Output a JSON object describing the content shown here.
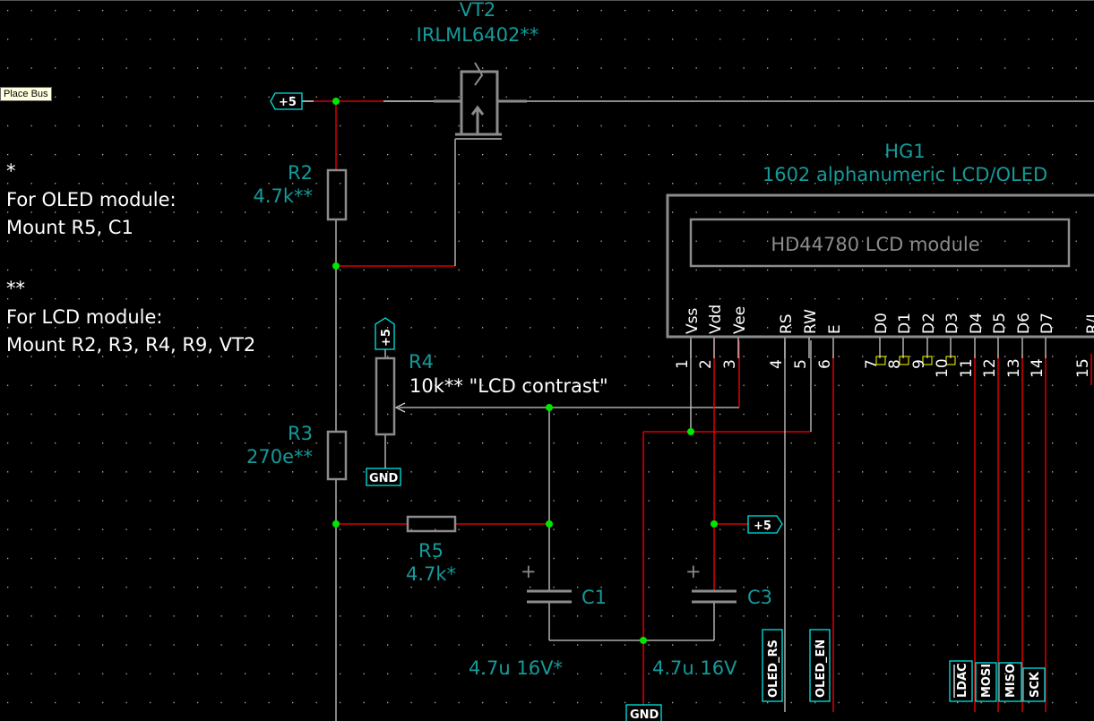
{
  "tooltip": "Place Bus",
  "colors": {
    "background": "#000000",
    "wire": "#ff0000",
    "component": "#8c8c8c",
    "reference": "#159a9a",
    "junction": "#00ff00",
    "label_border": "#00e5e5"
  },
  "notes": {
    "star": "*",
    "oled_title": "For OLED module:",
    "oled_mount": "Mount R5, C1",
    "dstar": "**",
    "lcd_title": "For LCD module:",
    "lcd_mount": "Mount R2, R3, R4, R9, VT2"
  },
  "components": {
    "vt2": {
      "ref": "VT2",
      "value": "IRLML6402**"
    },
    "r2": {
      "ref": "R2",
      "value": "4.7k**"
    },
    "r3": {
      "ref": "R3",
      "value": "270e**"
    },
    "r4": {
      "ref": "R4",
      "value": "10k** \"LCD contrast\""
    },
    "r5": {
      "ref": "R5",
      "value": "4.7k*"
    },
    "c1": {
      "ref": "C1",
      "value": "4.7u 16V*",
      "plus": "+"
    },
    "c3": {
      "ref": "C3",
      "value": "4.7u 16V",
      "plus": "+"
    },
    "hg1": {
      "ref": "HG1",
      "value": "1602 alphanumeric LCD/OLED",
      "module": "HD44780 LCD module"
    }
  },
  "lcd_pins": [
    {
      "name": "Vss",
      "num": "1"
    },
    {
      "name": "Vdd",
      "num": "2"
    },
    {
      "name": "Vee",
      "num": "3"
    },
    {
      "name": "RS",
      "num": "4"
    },
    {
      "name": "RW",
      "num": "5"
    },
    {
      "name": "E",
      "num": "6"
    },
    {
      "name": "D0",
      "num": "7"
    },
    {
      "name": "D1",
      "num": "8"
    },
    {
      "name": "D2",
      "num": "9"
    },
    {
      "name": "D3",
      "num": "10"
    },
    {
      "name": "D4",
      "num": "11"
    },
    {
      "name": "D5",
      "num": "12"
    },
    {
      "name": "D6",
      "num": "13"
    },
    {
      "name": "D7",
      "num": "14"
    },
    {
      "name": "R/L",
      "num": "15"
    }
  ],
  "power": {
    "p5_top": "+5",
    "p5_r4": "+5",
    "p5_c3": "+5",
    "gnd_r4": "GND",
    "gnd_bottom": "GND"
  },
  "net_labels": {
    "oled_rs": "OLED_RS",
    "oled_en": "OLED_EN",
    "ldac": "LDAC",
    "mosi": "MOSI",
    "miso": "MISO",
    "sck": "SCK"
  }
}
